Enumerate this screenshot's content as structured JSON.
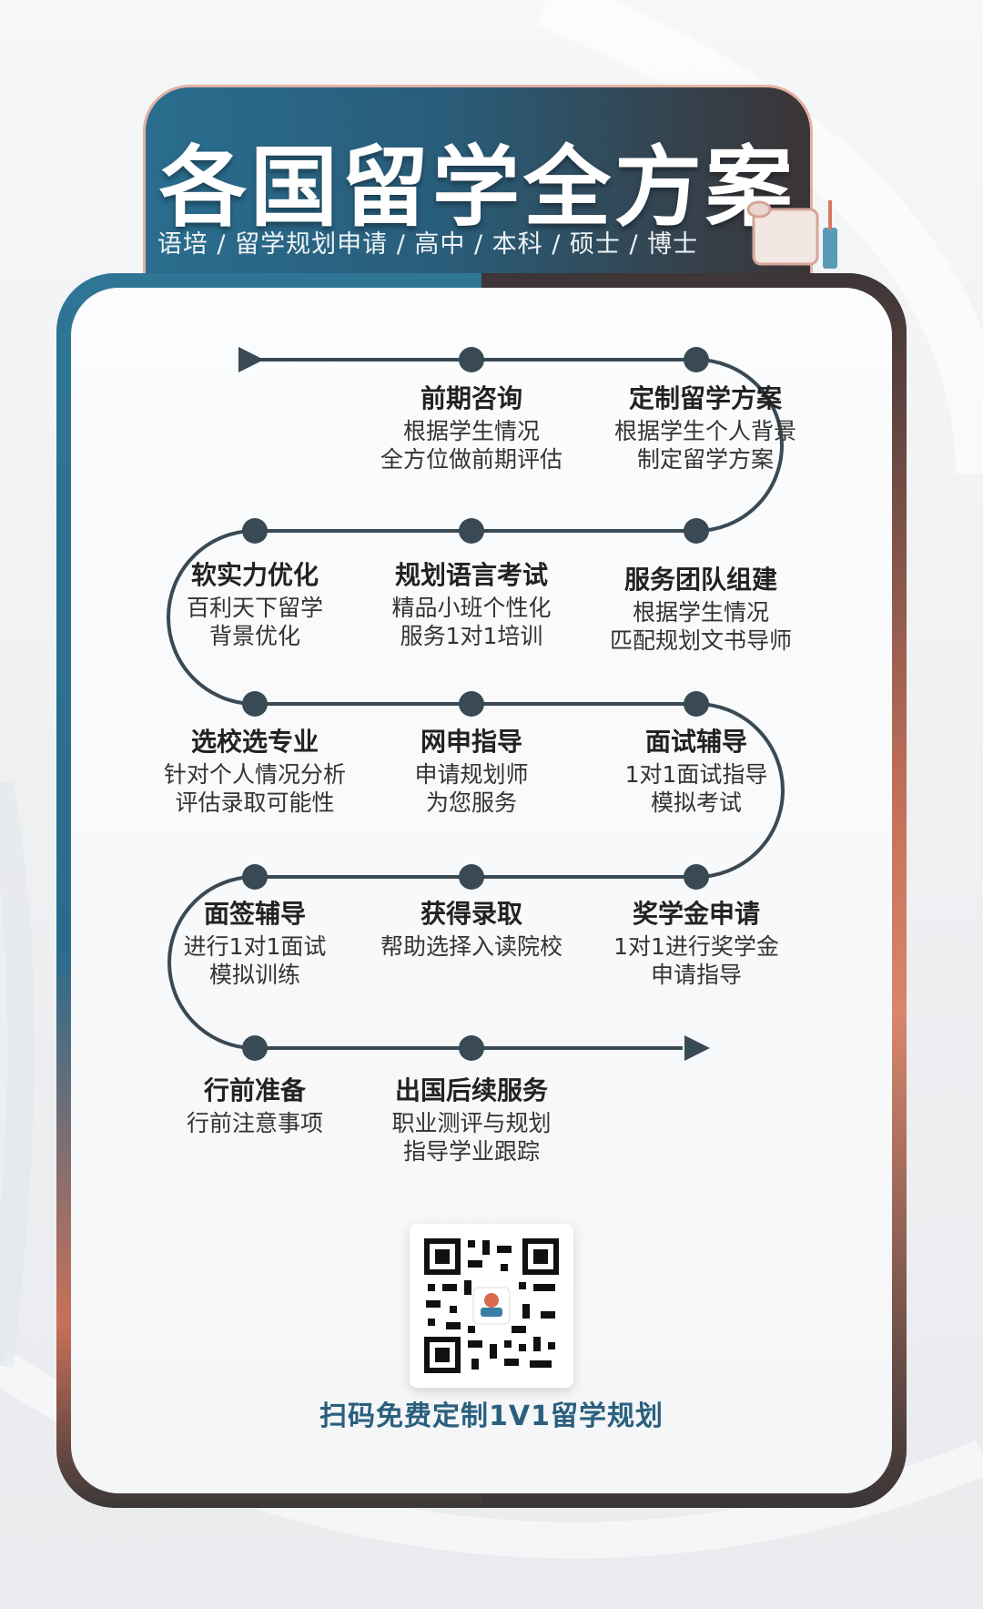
{
  "header": {
    "title": "各国留学全方案",
    "subtitle": "语培 / 留学规划申请 / 高中 / 本科 / 硕士 / 博士"
  },
  "colors": {
    "primary": "#2b6c8d",
    "accent": "#d8866c",
    "dark": "#3c3839",
    "path": "#3a4a54"
  },
  "steps": [
    {
      "name": "前期咨询",
      "desc": [
        "根据学生情况",
        "全方位做前期评估"
      ]
    },
    {
      "name": "定制留学方案",
      "desc": [
        "根据学生个人背景",
        "制定留学方案"
      ]
    },
    {
      "name": "软实力优化",
      "desc": [
        "百利天下留学",
        "背景优化"
      ]
    },
    {
      "name": "规划语言考试",
      "desc": [
        "精品小班个性化",
        "服务1对1培训"
      ]
    },
    {
      "name": "服务团队组建",
      "desc": [
        "根据学生情况",
        "匹配规划文书导师"
      ]
    },
    {
      "name": "选校选专业",
      "desc": [
        "针对个人情况分析",
        "评估录取可能性"
      ]
    },
    {
      "name": "网申指导",
      "desc": [
        "申请规划师",
        "为您服务"
      ]
    },
    {
      "name": "面试辅导",
      "desc": [
        "1对1面试指导",
        "模拟考试"
      ]
    },
    {
      "name": "面签辅导",
      "desc": [
        "进行1对1面试",
        "模拟训练"
      ]
    },
    {
      "name": "获得录取",
      "desc": [
        "帮助选择入读院校"
      ]
    },
    {
      "name": "奖学金申请",
      "desc": [
        "1对1进行奖学金",
        "申请指导"
      ]
    },
    {
      "name": "行前准备",
      "desc": [
        "行前注意事项"
      ]
    },
    {
      "name": "出国后续服务",
      "desc": [
        "职业测评与规划",
        "指导学业跟踪"
      ]
    }
  ],
  "qr": {
    "icon": "qr-code-icon"
  },
  "cta": "扫码免费定制1V1留学规划"
}
